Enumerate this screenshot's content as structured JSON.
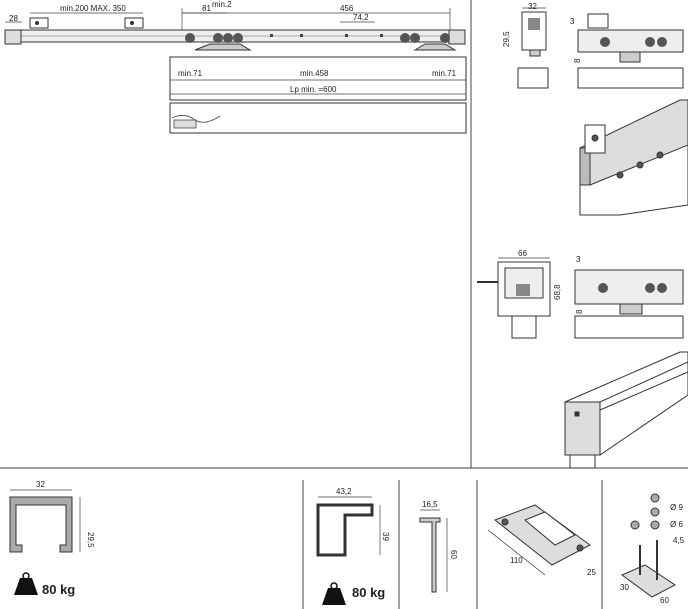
{
  "top_assembly": {
    "dims": {
      "end_gap": "28",
      "spacing": "min.200 MAX. 350",
      "offset": "81",
      "min_gap": "min.2",
      "length": "456",
      "inner": "74,2",
      "left_min": "min.71",
      "mid_min": "min.458",
      "right_min": "min.71",
      "lp": "Lp min. =600"
    }
  },
  "side_views": {
    "small": {
      "width": "32",
      "height": "29,5",
      "top": "3",
      "side": "8"
    },
    "large": {
      "width": "66",
      "height": "68,8",
      "top": "3",
      "side": "8"
    }
  },
  "profiles": {
    "rail": {
      "width": "32",
      "height": "29,5",
      "load": "80 kg"
    },
    "cover": {
      "width": "43,2",
      "height": "39",
      "load": "80 kg"
    },
    "bracket": {
      "width": "16,5",
      "height": "60"
    },
    "plate": {
      "length": "110",
      "width": "25"
    },
    "hanger": {
      "d1": "Ø 9",
      "d2": "Ø 6",
      "h": "4,5",
      "w1": "30",
      "w2": "60"
    }
  }
}
